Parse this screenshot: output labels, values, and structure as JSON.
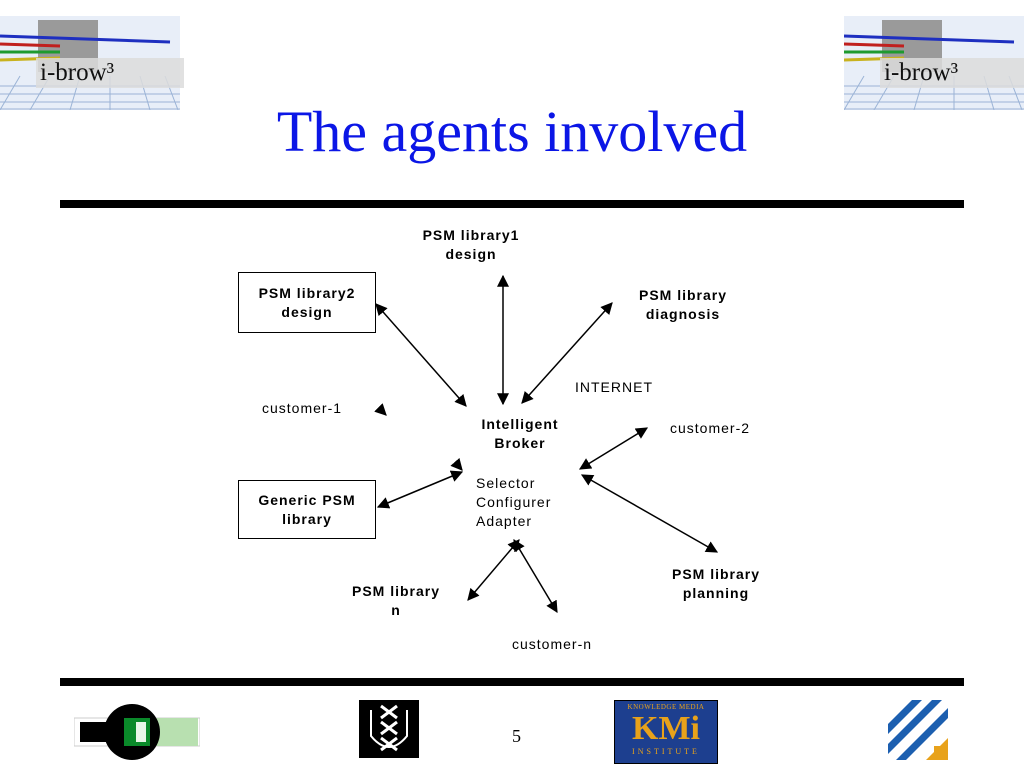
{
  "slide": {
    "title": "The agents involved",
    "page_number": "5"
  },
  "header_logos": {
    "left_text": "i-brow³",
    "right_text": "i-brow³"
  },
  "diagram": {
    "nodes": {
      "psm_library1": [
        "PSM library1",
        "design"
      ],
      "psm_library2": [
        "PSM library2",
        "design"
      ],
      "psm_library_diagnosis": [
        "PSM library",
        "diagnosis"
      ],
      "generic_psm": [
        "Generic PSM",
        "library"
      ],
      "psm_library_n": [
        "PSM library",
        "n"
      ],
      "psm_library_planning": [
        "PSM library",
        "planning"
      ],
      "broker": [
        "Intelligent",
        "Broker"
      ],
      "broker_roles": [
        "Selector",
        "Configurer",
        "Adapter"
      ],
      "internet": "INTERNET",
      "customer_1": "customer-1",
      "customer_2": "customer-2",
      "customer_n": "customer-n"
    }
  },
  "footer_logos": {
    "kmi_top": "KNOWLEDGE MEDIA",
    "kmi_main": "KMi",
    "kmi_bottom": "INSTITUTE"
  },
  "colors": {
    "title": "#0b16e6",
    "rules": "#000000",
    "kmi_blue": "#1d3f8f",
    "kmi_gold": "#e8a21b"
  }
}
